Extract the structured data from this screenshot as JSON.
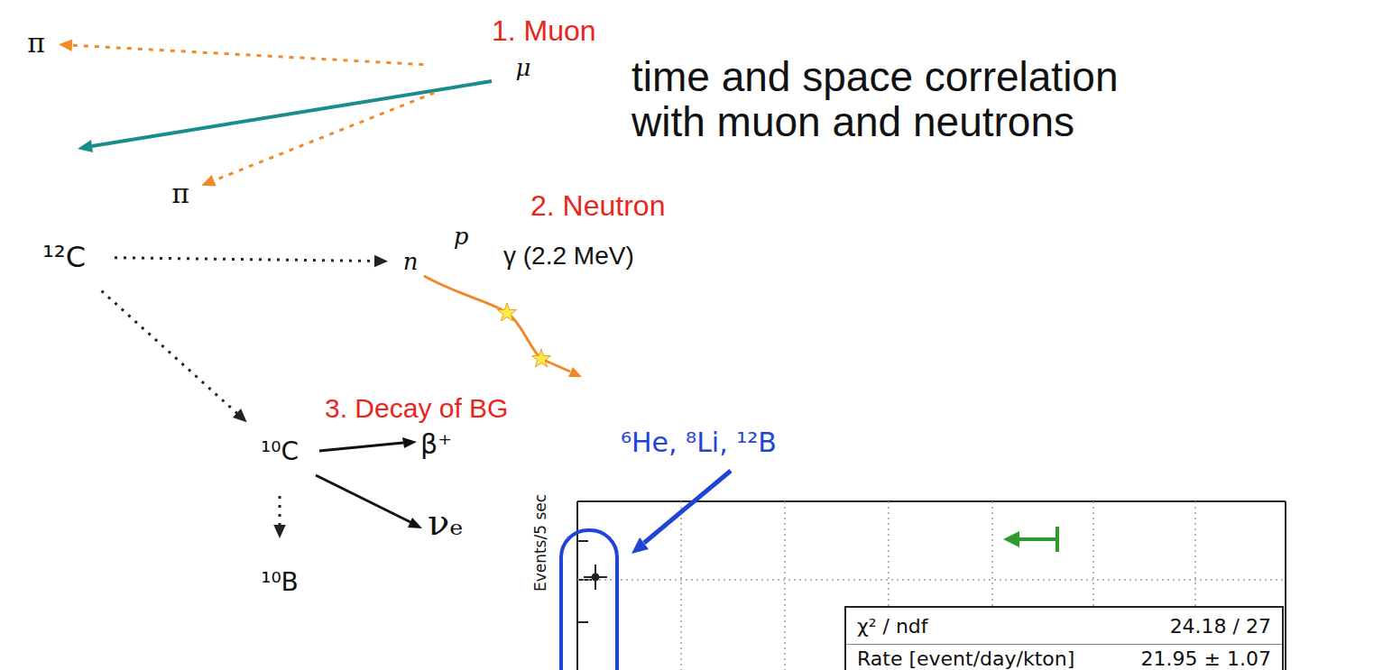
{
  "diagram": {
    "nodes": [
      {
        "text": [
          "π"
        ]
      },
      {
        "text": [
          "1. Muon"
        ]
      },
      {
        "text": [
          "μ"
        ],
        "in": 1
      },
      {
        "text": [
          "π"
        ]
      },
      {
        "text": [
          "¹²C"
        ]
      },
      {
        "text": [
          "2. Neutron",
          "γ (2.2 MeV)"
        ]
      },
      {
        "text": [
          "n"
        ],
        "in": 5
      },
      {
        "text": [
          "p"
        ],
        "in": 5
      },
      {
        "text": [
          "3. Decay of BG"
        ]
      },
      {
        "text": [
          "¹⁰C"
        ],
        "in": 8
      },
      {
        "text": [
          "¹⁰B"
        ],
        "in": 8
      },
      {
        "text": [
          "χ² / ndf",
          "24.18 / 27",
          "Rate [event/day/kton]",
          "21.95 ± 1.07"
        ]
      }
    ],
    "edges": [
      {
        "from": 1,
        "to": 0,
        "arrow": "to"
      },
      {
        "from": 1,
        "to": 3,
        "arrow": "to"
      },
      {
        "from": 4,
        "to": 6,
        "arrow": "to"
      },
      {
        "from": 4,
        "to": 9,
        "arrow": "to"
      },
      {
        "from": 9,
        "to": 10,
        "arrow": "to"
      }
    ],
    "labels": [
      "time and space correlation with muon and neutrons",
      "β⁺",
      "νₑ",
      "⁶He, ⁸Li, ¹²B",
      "Events/5 sec"
    ]
  }
}
